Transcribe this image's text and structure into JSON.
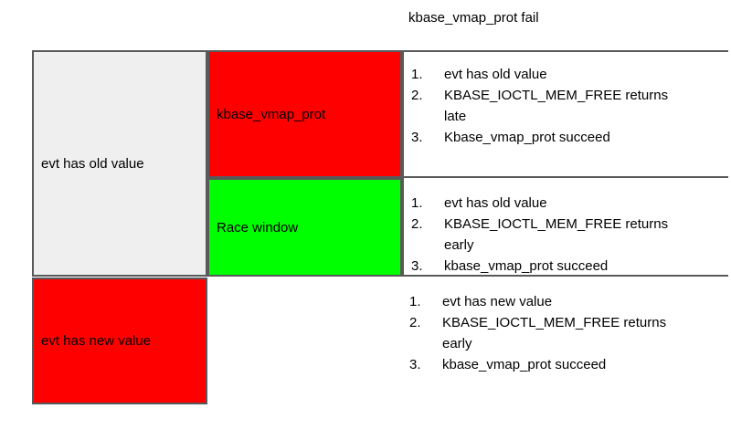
{
  "title": "kbase_vmap_prot fail",
  "colors": {
    "red": "#ff0000",
    "green": "#00ff00",
    "gray_fill": "#efefef",
    "border": "#58595b",
    "background": "#ffffff",
    "text": "#000000"
  },
  "boxes": {
    "evt_old_label": "evt has old value",
    "vmap_label": "kbase_vmap_prot",
    "race_label": "Race window",
    "evt_new_label": "evt has new value"
  },
  "lists": {
    "fail_late": {
      "items": [
        "evt has old value",
        "KBASE_IOCTL_MEM_FREE returns late",
        "Kbase_vmap_prot succeed"
      ]
    },
    "race_early": {
      "items": [
        "evt has old value",
        "KBASE_IOCTL_MEM_FREE returns early",
        "kbase_vmap_prot succeed"
      ]
    },
    "new_value_early": {
      "items": [
        "evt has new value",
        "KBASE_IOCTL_MEM_FREE returns early",
        "kbase_vmap_prot succeed"
      ]
    }
  }
}
